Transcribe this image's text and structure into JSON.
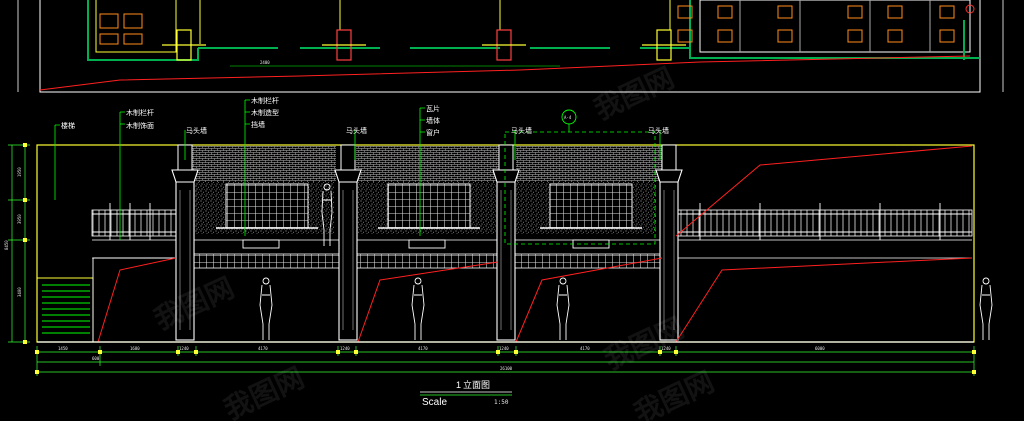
{
  "drawing": {
    "colors": {
      "background": "#000000",
      "outline_yellow": "#ffff33",
      "section_red": "#ff2020",
      "leader_green": "#00ff00",
      "dimension_green": "#33ff33",
      "detail_white": "#ffffff",
      "plan_orange": "#ff8c1a",
      "plan_green": "#00b050"
    },
    "annotations": {
      "stairs": "楼梯",
      "wood_railing": "木制栏杆",
      "wood_decor": "木制饰面",
      "wood_railing_2": "木制栏杆",
      "wood_carving": "木制造型",
      "wall_face": "挡墙",
      "horse_wall_1": "马头墙",
      "horse_wall_2": "马头墙",
      "roof_tile": "瓦片",
      "wall_body": "墙体",
      "window": "窗户",
      "horse_wall_3": "马头墙",
      "horse_wall_4": "马头墙",
      "detail_ref": "A-4"
    },
    "dimensions_bottom": [
      "1450",
      "1680",
      "1240",
      "4170",
      "1240",
      "4170",
      "1240",
      "4170",
      "1240",
      "6000"
    ],
    "dimension_total": "26100",
    "dimension_left_small": "600",
    "dimensions_left": [
      "1950",
      "3950",
      "3400",
      "8450"
    ],
    "title": {
      "number": "1",
      "name": "立面图",
      "scale_label": "Scale",
      "scale_value": "1:50"
    },
    "watermark": "我图网"
  }
}
